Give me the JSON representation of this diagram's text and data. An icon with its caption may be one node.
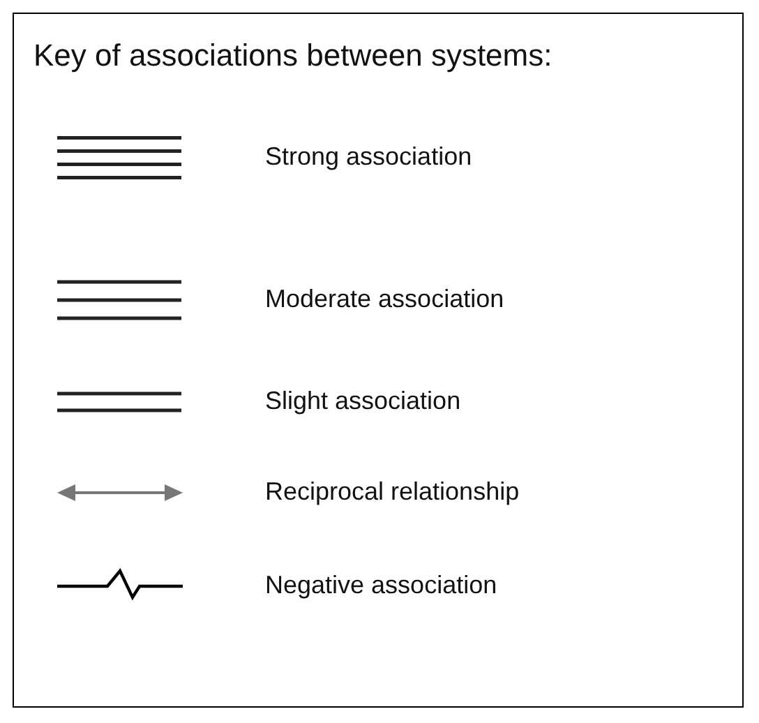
{
  "diagram": {
    "title": "Key of associations between systems:",
    "legend": [
      {
        "text": "Strong association"
      },
      {
        "text": "Moderate association"
      },
      {
        "text": "Slight association"
      },
      {
        "text": "Reciprocal relationship"
      },
      {
        "text": "Negative association"
      }
    ]
  }
}
